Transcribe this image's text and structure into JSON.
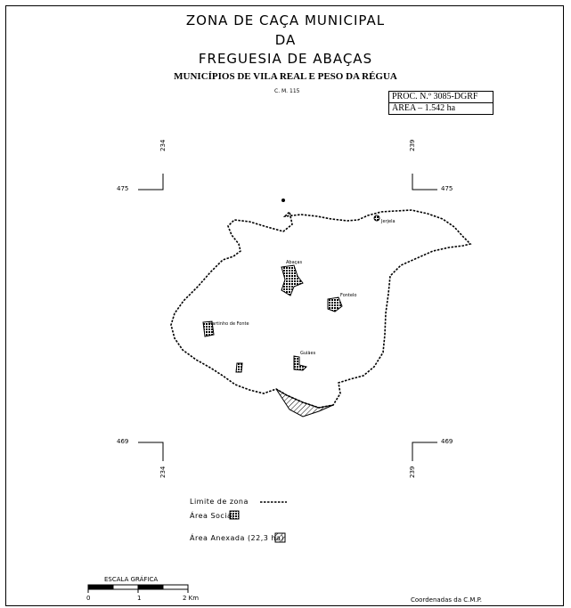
{
  "title": {
    "line1": "ZONA DE CAÇA MUNICIPAL",
    "line2": "DA",
    "line3": "FREGUESIA DE ABAÇAS",
    "municipalities": "MUNICÍPIOS DE VILA REAL E PESO DA RÉGUA",
    "sheet": "C. M. 115"
  },
  "process": {
    "proc": "PROC. N.º 3085-DGRF",
    "area": "ÁREA – 1.542 ha"
  },
  "coordinates": {
    "top_left_x": "234",
    "top_left_y": "475",
    "top_right_x": "239",
    "top_right_y": "475",
    "bottom_left_x": "234",
    "bottom_left_y": "469",
    "bottom_right_x": "239",
    "bottom_right_y": "469"
  },
  "places": {
    "abacas": "Abaças",
    "fontelo": "Fontelo",
    "martinho": "Martinho de Fonte",
    "guiaes": "Guiães",
    "jerjela": "Jerjela"
  },
  "legend": {
    "limit": "Limite de zona",
    "social": "Área Social",
    "annexed": "Área Anexada (22,3 ha)"
  },
  "scale": {
    "title": "ESCALA GRÁFICA",
    "tick0": "0",
    "tick1": "1",
    "tick2": "2 Km"
  },
  "footer": {
    "coords_note": "Coordenadas da C.M.P."
  }
}
